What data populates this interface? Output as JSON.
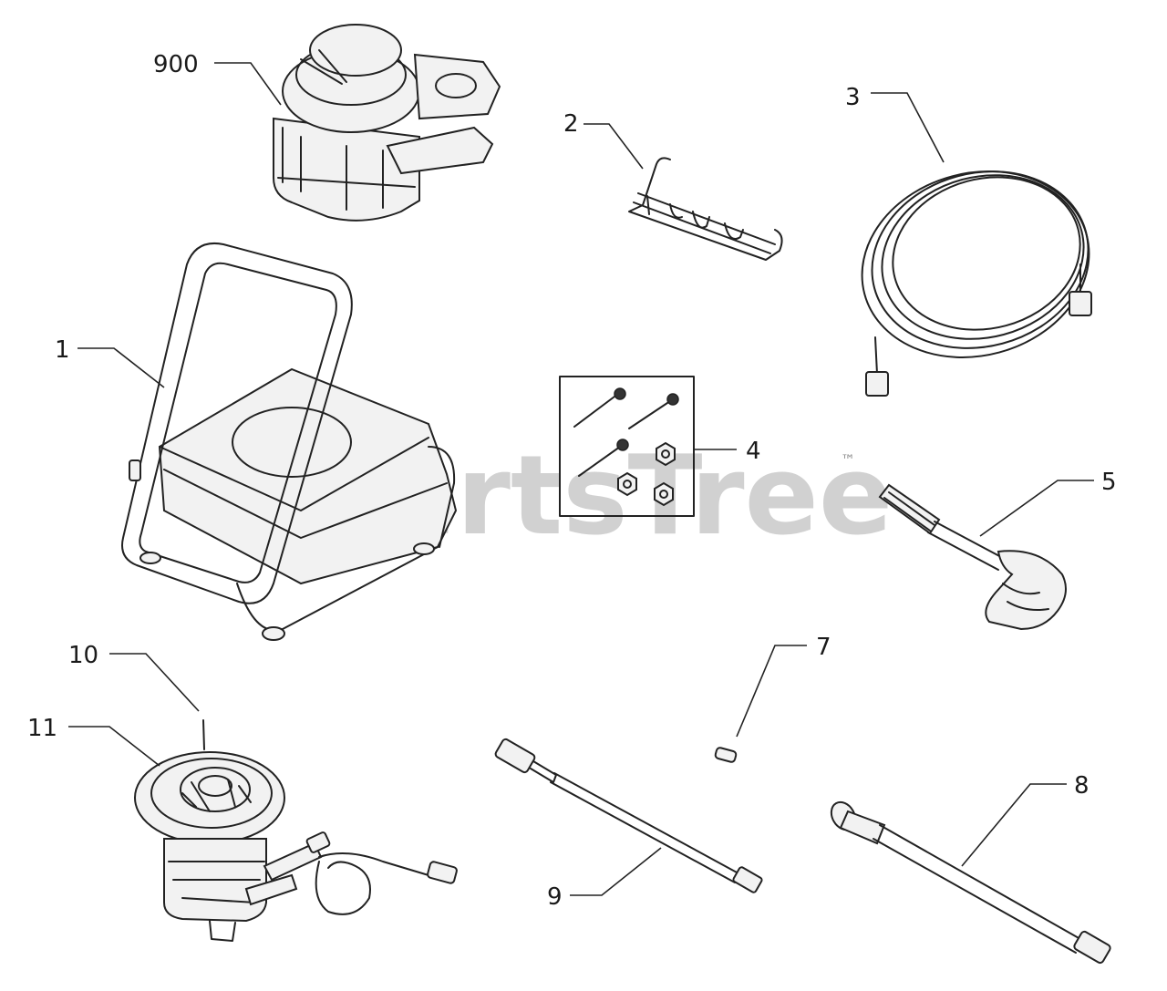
{
  "watermark": {
    "brand": "PartsTree",
    "trademark": "™"
  },
  "callouts": {
    "c900": "900",
    "c1": "1",
    "c2": "2",
    "c3": "3",
    "c4": "4",
    "c5": "5",
    "c7": "7",
    "c8": "8",
    "c9": "9",
    "c10": "10",
    "c11": "11"
  }
}
